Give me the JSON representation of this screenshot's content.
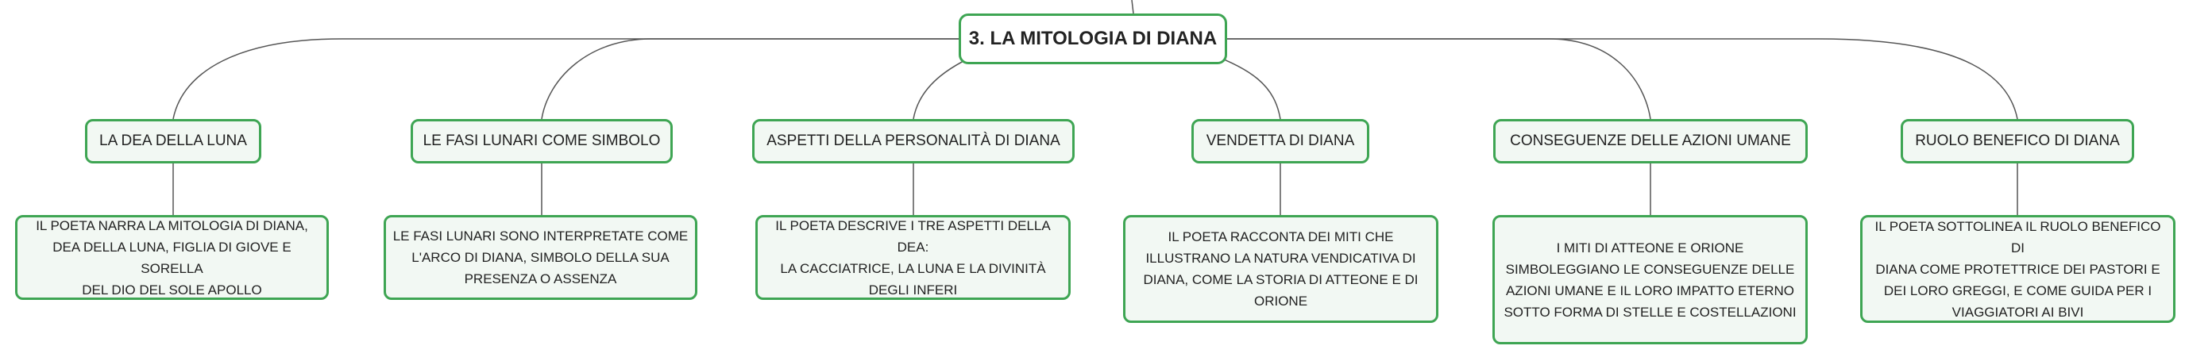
{
  "root": {
    "title": "3. LA MITOLOGIA DI DIANA"
  },
  "branches": [
    {
      "label": "LA DEA DELLA LUNA",
      "lines": [
        "IL POETA NARRA LA MITOLOGIA DI DIANA,",
        "DEA DELLA LUNA, FIGLIA DI GIOVE E SORELLA",
        "DEL DIO DEL SOLE APOLLO"
      ]
    },
    {
      "label": "LE FASI LUNARI COME SIMBOLO",
      "lines": [
        "LE FASI LUNARI SONO INTERPRETATE COME",
        "L'ARCO DI DIANA, SIMBOLO DELLA SUA",
        "PRESENZA O ASSENZA"
      ]
    },
    {
      "label": "ASPETTI DELLA PERSONALITÀ DI DIANA",
      "lines": [
        "IL POETA DESCRIVE I TRE ASPETTI DELLA DEA:",
        "LA CACCIATRICE, LA LUNA E LA DIVINITÀ",
        "DEGLI INFERI"
      ]
    },
    {
      "label": "VENDETTA DI DIANA",
      "lines": [
        "IL POETA RACCONTA DEI MITI CHE",
        "ILLUSTRANO LA NATURA VENDICATIVA DI",
        "DIANA, COME LA STORIA DI ATTEONE E DI",
        "ORIONE"
      ]
    },
    {
      "label": "CONSEGUENZE DELLE AZIONI UMANE",
      "lines": [
        "I MITI DI ATTEONE E ORIONE",
        "SIMBOLEGGIANO LE CONSEGUENZE DELLE",
        "AZIONI UMANE E IL LORO IMPATTO ETERNO",
        "SOTTO FORMA DI STELLE E COSTELLAZIONI"
      ]
    },
    {
      "label": "RUOLO BENEFICO DI DIANA",
      "lines": [
        "IL POETA SOTTOLINEA IL RUOLO BENEFICO DI",
        "DIANA COME PROTETTRICE DEI PASTORI E",
        "DEI LORO GREGGI, E COME GUIDA PER I",
        "VIAGGIATORI AI BIVI"
      ]
    }
  ]
}
